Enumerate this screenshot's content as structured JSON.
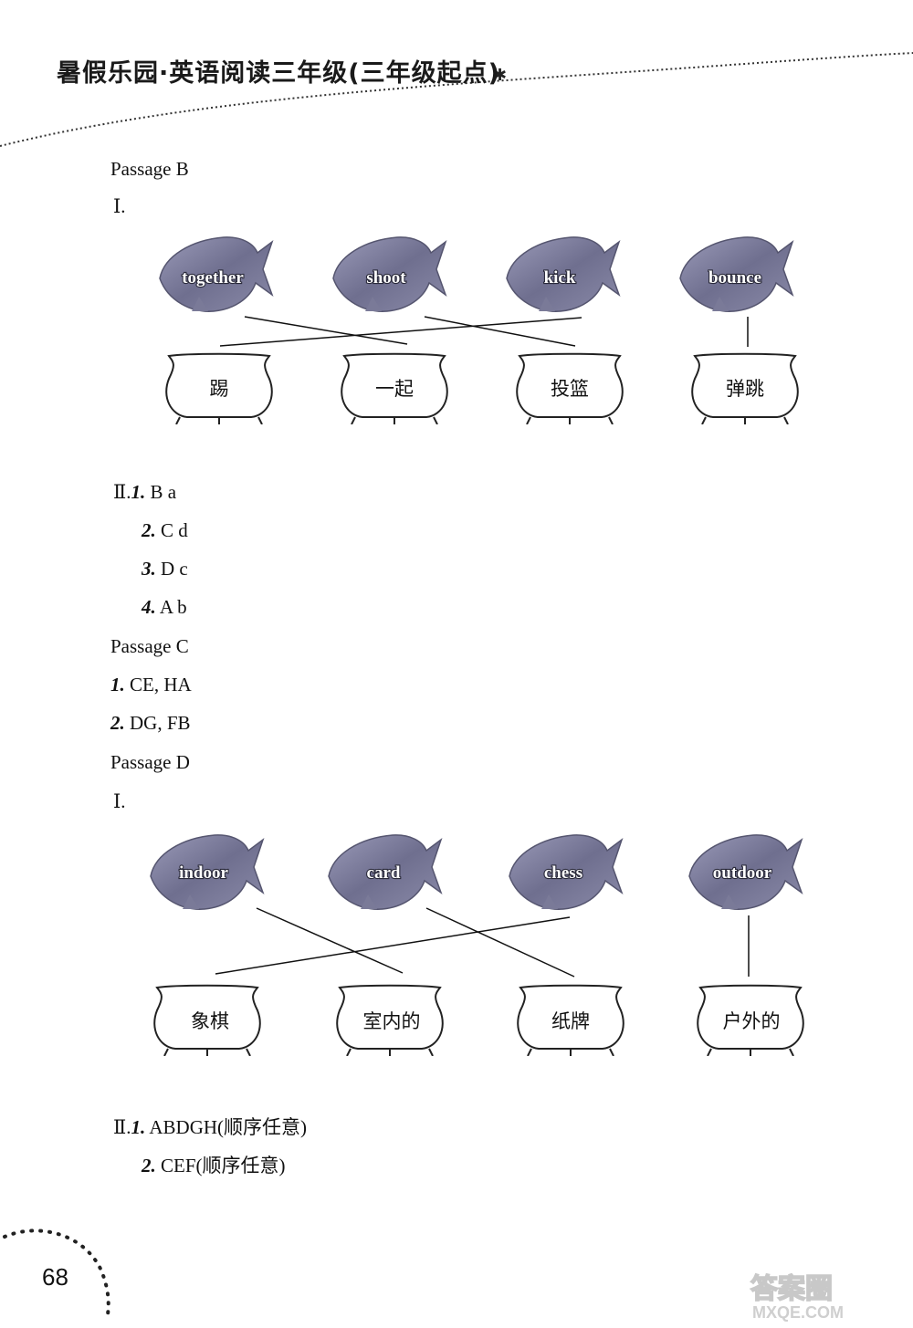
{
  "header": {
    "title": "暑假乐园·英语阅读三年级(三年级起点)"
  },
  "passage_b": {
    "heading": "Passage B",
    "part1_label": "Ⅰ.",
    "fish": [
      "together",
      "shoot",
      "kick",
      "bounce"
    ],
    "pots": [
      "踢",
      "一起",
      "投篮",
      "弹跳"
    ],
    "part2_label": "Ⅱ.",
    "answers": [
      {
        "num": "1.",
        "text": "B a"
      },
      {
        "num": "2.",
        "text": "C d"
      },
      {
        "num": "3.",
        "text": "D c"
      },
      {
        "num": "4.",
        "text": "A b"
      }
    ]
  },
  "passage_c": {
    "heading": "Passage C",
    "answers": [
      {
        "num": "1.",
        "text": "CE, HA"
      },
      {
        "num": "2.",
        "text": "DG, FB"
      }
    ]
  },
  "passage_d": {
    "heading": "Passage D",
    "part1_label": "Ⅰ.",
    "fish": [
      "indoor",
      "card",
      "chess",
      "outdoor"
    ],
    "pots": [
      "象棋",
      "室内的",
      "纸牌",
      "户外的"
    ],
    "part2_label": "Ⅱ.",
    "answers": [
      {
        "num": "1.",
        "text": "ABDGH(顺序任意)"
      },
      {
        "num": "2.",
        "text": "CEF(顺序任意)"
      }
    ]
  },
  "footer": {
    "page_number": "68",
    "watermark": "答案圈 MXQE.COM"
  }
}
